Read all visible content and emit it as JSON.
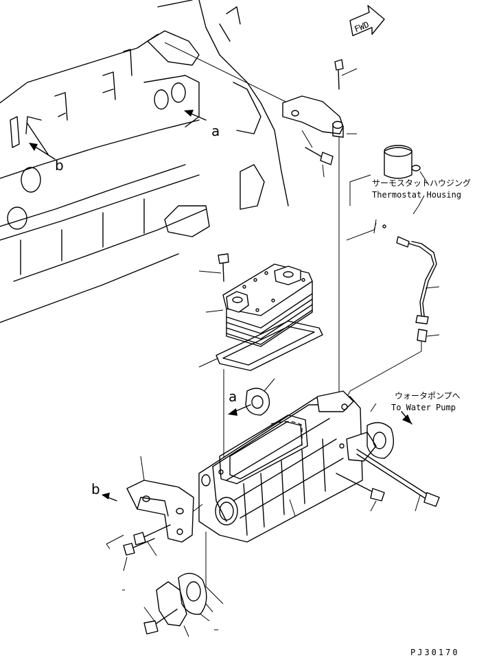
{
  "direction_arrow": {
    "label": "FWD"
  },
  "callouts": {
    "a_top": "a",
    "b_top": "b",
    "a_mid": "a",
    "b_left": "b"
  },
  "labels": {
    "thermostat_jp": "サーモスタットハウジング",
    "thermostat_en": "Thermostat Housing",
    "water_pump_jp": "ウォータポンプへ",
    "water_pump_en": "To Water Pump"
  },
  "drawing_code": "PJ30170"
}
